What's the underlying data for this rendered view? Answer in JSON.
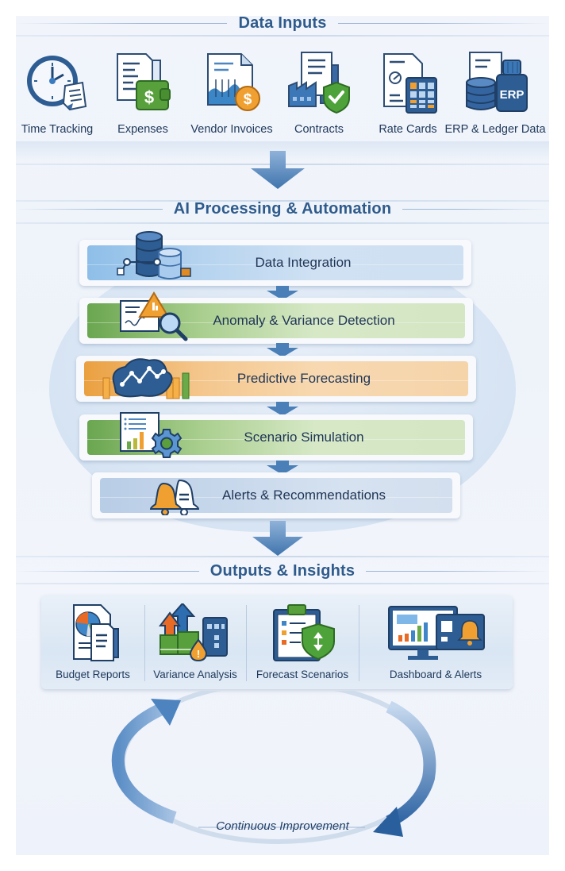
{
  "sections": {
    "inputs": {
      "title": "Data Inputs"
    },
    "processing": {
      "title": "AI Processing & Automation"
    },
    "outputs": {
      "title": "Outputs & Insights"
    }
  },
  "inputs": [
    {
      "label": "Time Tracking",
      "icon": "clock-document-icon"
    },
    {
      "label": "Expenses",
      "icon": "document-wallet-dollar-icon"
    },
    {
      "label": "Vendor Invoices",
      "icon": "invoice-dollar-coin-icon"
    },
    {
      "label": "Contracts",
      "icon": "contract-factory-shield-icon"
    },
    {
      "label": "Rate Cards",
      "icon": "document-calculator-icon"
    },
    {
      "label": "ERP & Ledger Data",
      "icon": "database-erp-icon"
    }
  ],
  "processing_steps": [
    {
      "label": "Data Integration",
      "icon": "database-network-icon",
      "color": "#8ebee8"
    },
    {
      "label": "Anomaly & Variance Detection",
      "icon": "warning-magnifier-icon",
      "color": "#6aa650"
    },
    {
      "label": "Predictive Forecasting",
      "icon": "cloud-trend-chart-icon",
      "color": "#eaa040"
    },
    {
      "label": "Scenario Simulation",
      "icon": "chart-gear-icon",
      "color": "#6aa650"
    },
    {
      "label": "Alerts & Recommendations",
      "icon": "bells-icon",
      "color": "#b8cde6"
    }
  ],
  "outputs": [
    {
      "label": "Budget Reports",
      "icon": "pie-chart-report-icon"
    },
    {
      "label": "Variance Analysis",
      "icon": "arrows-calculator-icon"
    },
    {
      "label": "Forecast Scenarios",
      "icon": "clipboard-shield-icon"
    },
    {
      "label": "Dashboard & Alerts",
      "icon": "monitor-bell-icon"
    }
  ],
  "cycle": {
    "label": "Continuous Improvement"
  },
  "colors": {
    "primary_blue": "#2f5b8c",
    "arrow_blue": "#3f74ad",
    "green": "#5a9e3e",
    "orange": "#f0a030"
  }
}
